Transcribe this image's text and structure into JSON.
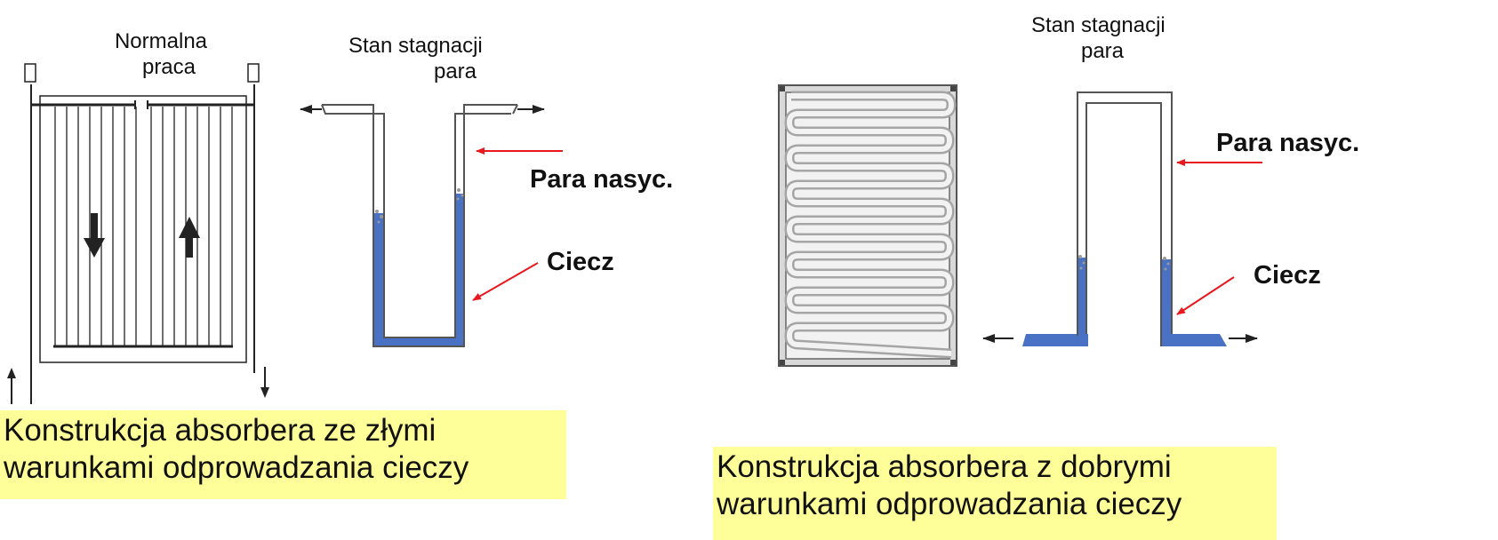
{
  "left_panel": {
    "normal_label": [
      "Normalna",
      "praca"
    ],
    "stagnation_label": [
      "Stan stagnacji",
      "para"
    ],
    "vapor_label": "Para nasyc.",
    "liquid_label": "Ciecz",
    "caption": [
      "Konstrukcja absorbera ze złymi",
      "warunkami odprowadzania cieczy"
    ]
  },
  "right_panel": {
    "stagnation_label": [
      "Stan stagnacji",
      "para"
    ],
    "vapor_label": "Para nasyc.",
    "liquid_label": "Ciecz",
    "caption": [
      "Konstrukcja absorbera z dobrymi",
      "warunkami odprowadzania cieczy"
    ]
  },
  "colors": {
    "liquid": "#4a72c4",
    "pointer_arrow": "#e8181e",
    "caption_background": "#ffff99"
  },
  "icons": [
    "arrow-down-icon",
    "arrow-up-icon",
    "flow-arrow-icon"
  ]
}
